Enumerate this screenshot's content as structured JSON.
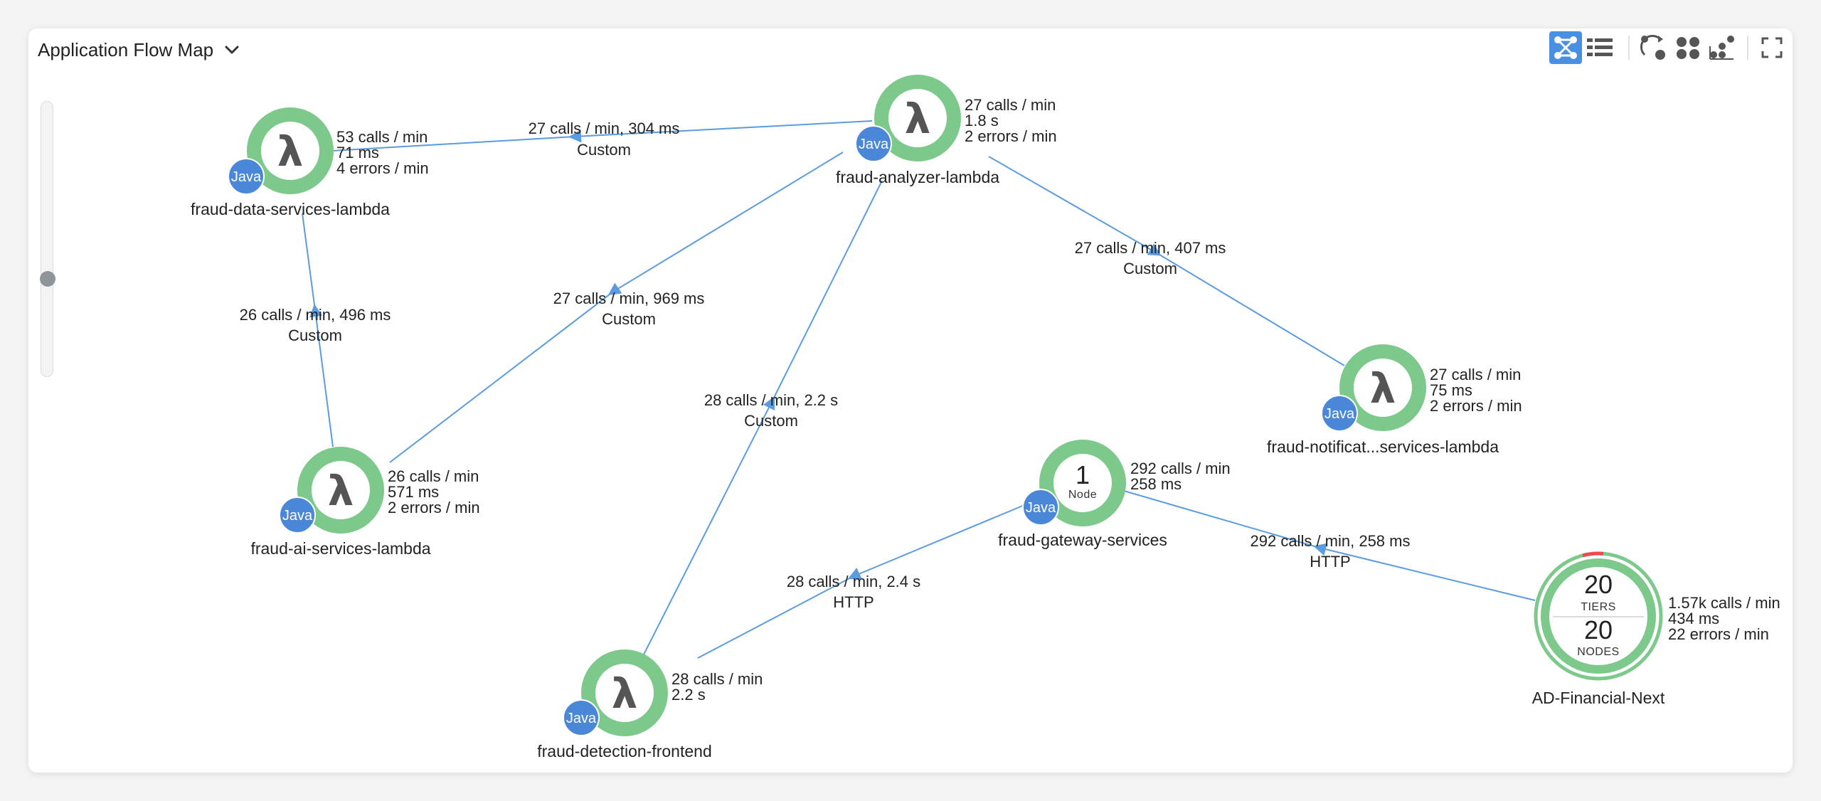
{
  "header": {
    "title": "Application Flow Map"
  },
  "toolbar": {
    "icons": [
      "topology-view-icon",
      "list-view-icon",
      "auto-arrange-icon",
      "group-nodes-icon",
      "layout-icon",
      "fullscreen-icon"
    ],
    "active": "topology-view-icon",
    "accent": "#4a90e2"
  },
  "colors": {
    "node_ring": "#7cc98b",
    "java_badge": "#4a87d8",
    "edge": "#5b9be0",
    "error_arc": "#e84c4c"
  },
  "nodes": {
    "data_services": {
      "name": "fraud-data-services-lambda",
      "icon": "lambda-icon",
      "badge": "Java",
      "calls": "53 calls / min",
      "time": "71 ms",
      "errors": "4 errors / min"
    },
    "analyzer": {
      "name": "fraud-analyzer-lambda",
      "icon": "lambda-icon",
      "badge": "Java",
      "calls": "27 calls / min",
      "time": "1.8 s",
      "errors": "2 errors / min"
    },
    "ai_services": {
      "name": "fraud-ai-services-lambda",
      "icon": "lambda-icon",
      "badge": "Java",
      "calls": "26 calls / min",
      "time": "571 ms",
      "errors": "2 errors / min"
    },
    "notification": {
      "name": "fraud-notificat...services-lambda",
      "icon": "lambda-icon",
      "badge": "Java",
      "calls": "27 calls / min",
      "time": "75 ms",
      "errors": "2 errors / min"
    },
    "gateway": {
      "name": "fraud-gateway-services",
      "badge": "Java",
      "count": "1",
      "unit": "Node",
      "calls": "292 calls / min",
      "time": "258 ms"
    },
    "frontend": {
      "name": "fraud-detection-frontend",
      "icon": "lambda-icon",
      "badge": "Java",
      "calls": "28 calls / min",
      "time": "2.2 s"
    },
    "app": {
      "name": "AD-Financial-Next",
      "tiers_count": "20",
      "tiers_label": "TIERS",
      "nodes_count": "20",
      "nodes_label": "NODES",
      "calls": "1.57k calls / min",
      "time": "434 ms",
      "errors": "22 errors / min"
    }
  },
  "edges": {
    "analyzer_to_data": {
      "metric": "27 calls / min, 304 ms",
      "type": "Custom"
    },
    "ai_to_data": {
      "metric": "26 calls / min, 496 ms",
      "type": "Custom"
    },
    "analyzer_to_ai": {
      "metric": "27 calls / min, 969 ms",
      "type": "Custom"
    },
    "frontend_to_analyzer": {
      "metric": "28 calls / min, 2.2 s",
      "type": "Custom"
    },
    "analyzer_to_notification": {
      "metric": "27 calls / min, 407 ms",
      "type": "Custom"
    },
    "gateway_to_frontend": {
      "metric": "28 calls / min, 2.4 s",
      "type": "HTTP"
    },
    "app_to_gateway": {
      "metric": "292 calls / min, 258 ms",
      "type": "HTTP"
    }
  }
}
